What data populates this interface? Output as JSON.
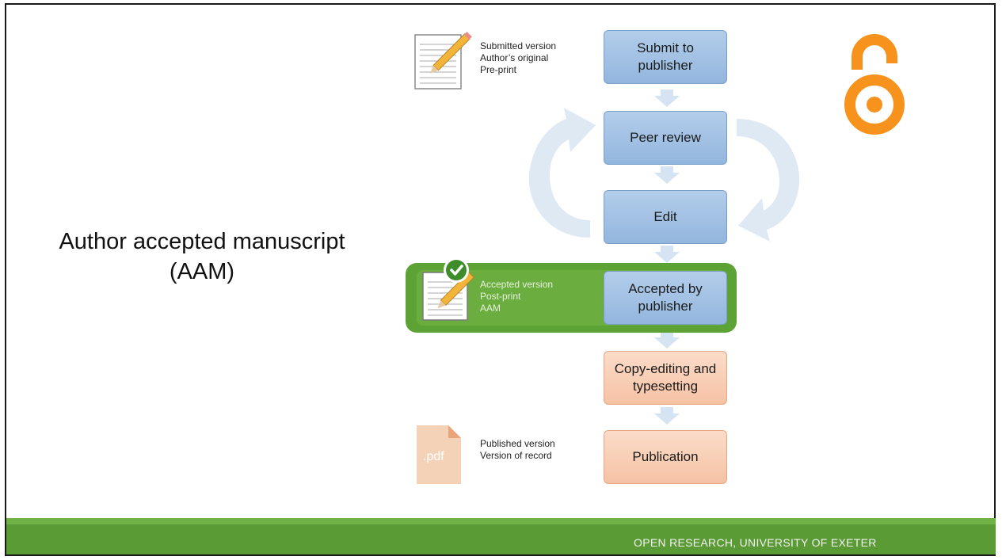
{
  "slide": {
    "title": "Author accepted manuscript\n(AAM)",
    "footer": "OPEN RESEARCH, UNIVERSITY OF EXETER"
  },
  "flow": {
    "steps": [
      {
        "label": "Submit to publisher",
        "stage": "pre-acceptance"
      },
      {
        "label": "Peer review",
        "stage": "pre-acceptance"
      },
      {
        "label": "Edit",
        "stage": "pre-acceptance"
      },
      {
        "label": "Accepted by publisher",
        "stage": "acceptance"
      },
      {
        "label": "Copy-editing and typesetting",
        "stage": "production"
      },
      {
        "label": "Publication",
        "stage": "production"
      }
    ],
    "versions": {
      "submitted": [
        "Submitted version",
        "Author’s original",
        "Pre-print"
      ],
      "accepted": [
        "Accepted version",
        "Post-print",
        "AAM"
      ],
      "published": [
        "Published version",
        "Version of record"
      ]
    },
    "pdf_label": ".pdf"
  },
  "colors": {
    "step_blue": "#a9c6e6",
    "step_peach": "#f8cdb3",
    "aam_green": "#5da235",
    "footer_green": "#5b9b35",
    "open_access_orange": "#f7931d"
  },
  "icons": {
    "submitted": "notepad-pencil-icon",
    "accepted": "notepad-pencil-check-icon",
    "published": "pdf-file-icon",
    "logo": "open-access-lock-icon"
  }
}
